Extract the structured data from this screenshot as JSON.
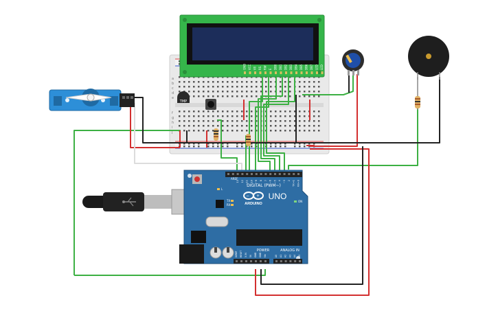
{
  "lcd": {
    "pin_labels": [
      "GND",
      "VCC",
      "V0",
      "RS",
      "RW",
      "E",
      "DB0",
      "DB1",
      "DB2",
      "DB3",
      "DB4",
      "DB5",
      "DB6",
      "DB7",
      "LED",
      "LED"
    ]
  },
  "breadboard": {
    "row_letters_left": [
      "a",
      "b",
      "c",
      "d",
      "e"
    ],
    "row_letters_right": [
      "f",
      "g",
      "h",
      "i",
      "j"
    ]
  },
  "temperature_sensor": {
    "label": "TMP"
  },
  "arduino": {
    "logo_text": "ARDUINO",
    "model": "UNO",
    "digital_header_label": "DIGITAL (PWM~)",
    "power_label": "POWER",
    "analog_label": "ANALOG IN",
    "tx_label": "TX",
    "rx_label": "RX",
    "on_label": "ON",
    "l_label": "L",
    "aref_label": "AREF",
    "gnd_label": "GND",
    "digital_pins": [
      "13",
      "12",
      "~11",
      "~10",
      "~9",
      "8",
      "7",
      "~6",
      "~5",
      "4",
      "~3",
      "2",
      "TX→1",
      "RX←0"
    ],
    "power_pins": [
      "IOREF",
      "RESET",
      "3.3V",
      "5V",
      "GND",
      "GND",
      "Vin"
    ],
    "analog_pins": [
      "A0",
      "A1",
      "A2",
      "A3",
      "A4",
      "A5"
    ]
  },
  "colors": {
    "arduino_blue": "#2e6da4",
    "wire_green": "#3cb043",
    "wire_red": "#d32f2f",
    "wire_black": "#222222",
    "wire_white": "#e8e8e8",
    "lcd_pcb": "#35b54a",
    "lcd_screen": "#1c2d5a",
    "servo_blue": "#2d8fd8"
  }
}
